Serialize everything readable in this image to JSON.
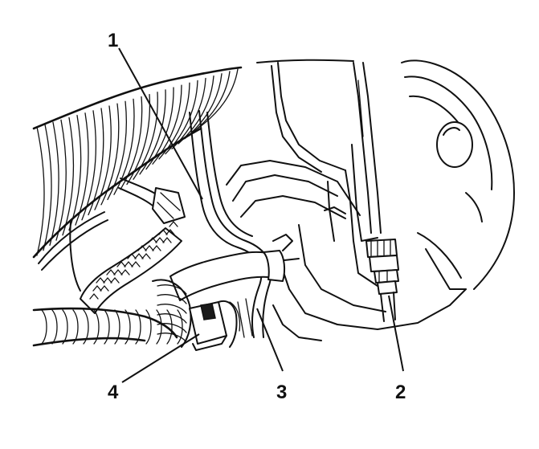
{
  "callouts": [
    {
      "id": "1",
      "text": "1"
    },
    {
      "id": "2",
      "text": "2"
    },
    {
      "id": "3",
      "text": "3"
    },
    {
      "id": "4",
      "text": "4"
    }
  ],
  "colors": {
    "ink": "#111111",
    "background": "#ffffff"
  }
}
